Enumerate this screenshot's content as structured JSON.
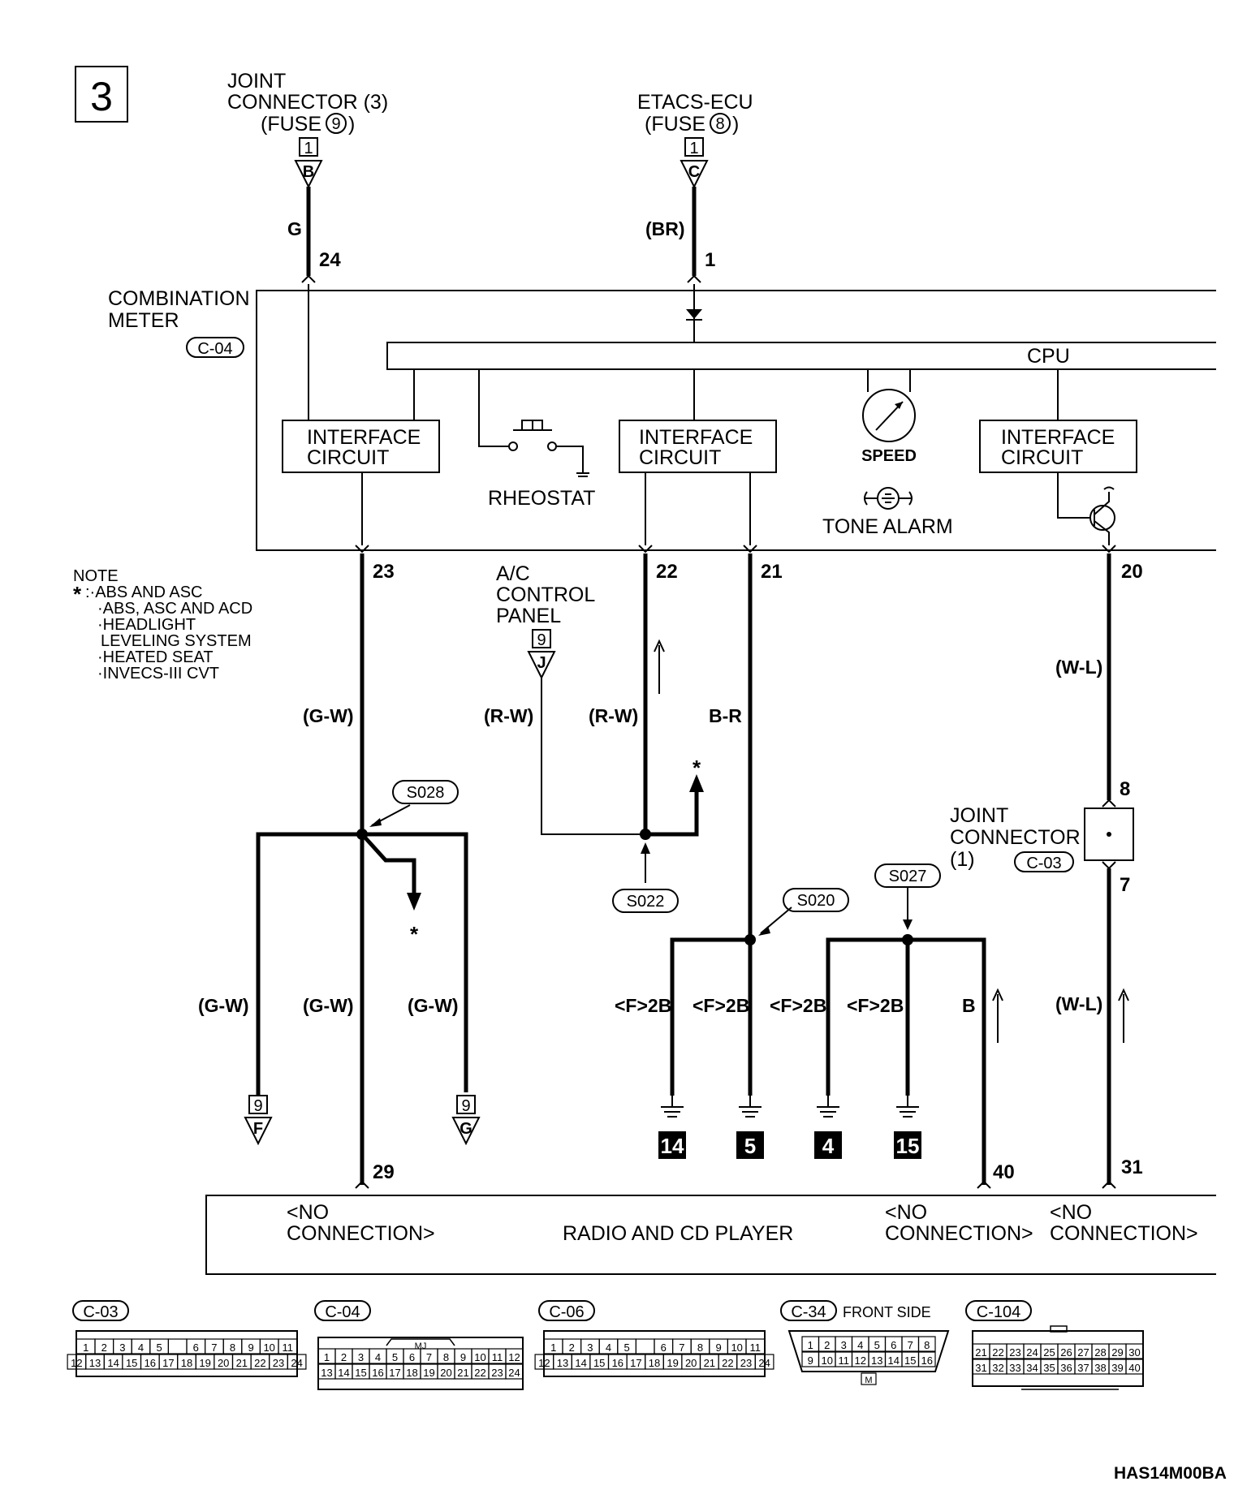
{
  "section_number": "3",
  "sources": {
    "joint_connector": {
      "line1": "JOINT",
      "line2": "CONNECTOR (3)",
      "fuse_prefix": "(FUSE",
      "fuse_num": "9",
      "fuse_suffix": ")",
      "box_pin": "1",
      "letter": "B",
      "wire": "G",
      "pin": "24"
    },
    "etacs": {
      "line1": "ETACS-ECU",
      "fuse_prefix": "(FUSE",
      "fuse_num": "8",
      "fuse_suffix": ")",
      "box_pin": "1",
      "letter": "C",
      "wire": "(BR)",
      "pin": "1"
    }
  },
  "combination_meter": {
    "line1": "COMBINATION",
    "line2": "METER",
    "connector": "C-04",
    "cpu": "CPU",
    "interface_line1": "INTERFACE",
    "interface_line2": "CIRCUIT",
    "rheostat": "RHEOSTAT",
    "speed": "SPEED",
    "tone_alarm": "TONE ALARM",
    "pins": {
      "p23": "23",
      "p22": "22",
      "p21": "21",
      "p20": "20"
    }
  },
  "note": {
    "title": "NOTE",
    "star": "*",
    "items": [
      ":·ABS AND ASC",
      "·ABS, ASC AND ACD",
      "·HEADLIGHT",
      "LEVELING SYSTEM",
      "·HEATED SEAT",
      "·INVECS-III CVT"
    ]
  },
  "ac_panel": {
    "line1": "A/C",
    "line2": "CONTROL",
    "line3": "PANEL",
    "box_pin": "9",
    "letter": "J"
  },
  "wires": {
    "gw": "(G-W)",
    "rw": "(R-W)",
    "br": "B-R",
    "wl": "(W-L)",
    "f2b": "<F>2B",
    "b": "B",
    "star": "*"
  },
  "splices": {
    "s028": "S028",
    "s022": "S022",
    "s020": "S020",
    "s027": "S027"
  },
  "joint_connector_1": {
    "line1": "JOINT",
    "line2": "CONNECTOR",
    "line3": "(1)",
    "connector": "C-03",
    "pin_top": "8",
    "pin_bottom": "7"
  },
  "ground_connectors": {
    "f_pin": "9",
    "f_letter": "F",
    "g_pin": "9",
    "g_letter": "G"
  },
  "grounds": [
    "14",
    "5",
    "4",
    "15"
  ],
  "radio": {
    "label": "RADIO AND CD PLAYER",
    "nc_line1": "<NO",
    "nc_line2": "CONNECTION>",
    "pins": {
      "p29": "29",
      "p40": "40",
      "p31": "31"
    }
  },
  "connector_views": [
    {
      "id": "C-03",
      "extra": "",
      "row1": [
        "1",
        "2",
        "3",
        "4",
        "5",
        "",
        "6",
        "7",
        "8",
        "9",
        "10",
        "11"
      ],
      "row2": [
        "12",
        "13",
        "14",
        "15",
        "16",
        "17",
        "18",
        "19",
        "20",
        "21",
        "22",
        "23",
        "24"
      ]
    },
    {
      "id": "C-04",
      "extra": "MJ",
      "row1": [
        "1",
        "2",
        "3",
        "4",
        "5",
        "6",
        "7",
        "8",
        "9",
        "10",
        "11",
        "12"
      ],
      "row2": [
        "13",
        "14",
        "15",
        "16",
        "17",
        "18",
        "19",
        "20",
        "21",
        "22",
        "23",
        "24"
      ]
    },
    {
      "id": "C-06",
      "extra": "",
      "row1": [
        "1",
        "2",
        "3",
        "4",
        "5",
        "",
        "6",
        "7",
        "8",
        "9",
        "10",
        "11"
      ],
      "row2": [
        "12",
        "13",
        "14",
        "15",
        "16",
        "17",
        "18",
        "19",
        "20",
        "21",
        "22",
        "23",
        "24"
      ]
    },
    {
      "id": "C-34",
      "extra": "FRONT SIDE",
      "row1": [
        "1",
        "2",
        "3",
        "4",
        "5",
        "6",
        "7",
        "8"
      ],
      "row2": [
        "9",
        "10",
        "11",
        "12",
        "13",
        "14",
        "15",
        "16"
      ],
      "mark": "M"
    },
    {
      "id": "C-104",
      "extra": "",
      "row1": [
        "21",
        "22",
        "23",
        "24",
        "25",
        "26",
        "27",
        "28",
        "29",
        "30"
      ],
      "row2": [
        "31",
        "32",
        "33",
        "34",
        "35",
        "36",
        "37",
        "38",
        "39",
        "40"
      ]
    }
  ],
  "figure_code": "HAS14M00BA"
}
